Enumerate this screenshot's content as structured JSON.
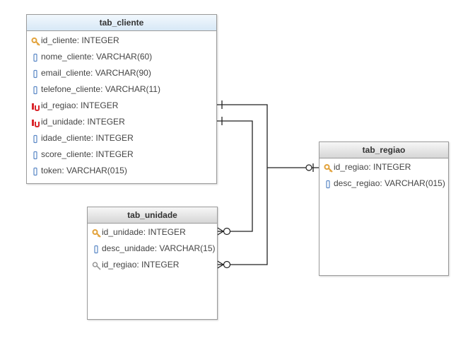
{
  "colors": {
    "fk": "#d9262c",
    "key": "#e2a23a",
    "field": "#5b88c6",
    "line": "#222222"
  },
  "tables": {
    "cliente": {
      "name": "tab_cliente",
      "columns": [
        {
          "text": "id_cliente: INTEGER",
          "icon": "key-icon"
        },
        {
          "text": "nome_cliente: VARCHAR(60)",
          "icon": "column-icon"
        },
        {
          "text": "email_cliente: VARCHAR(90)",
          "icon": "column-icon"
        },
        {
          "text": "telefone_cliente: VARCHAR(11)",
          "icon": "column-icon"
        },
        {
          "text": "id_regiao: INTEGER",
          "icon": "foreign-key-icon"
        },
        {
          "text": "id_unidade: INTEGER",
          "icon": "foreign-key-icon"
        },
        {
          "text": "idade_cliente: INTEGER",
          "icon": "column-icon"
        },
        {
          "text": "score_cliente: INTEGER",
          "icon": "column-icon"
        },
        {
          "text": "token: VARCHAR(015)",
          "icon": "column-icon"
        }
      ]
    },
    "unidade": {
      "name": "tab_unidade",
      "columns": [
        {
          "text": "id_unidade: INTEGER",
          "icon": "key-icon"
        },
        {
          "text": "desc_unidade: VARCHAR(15)",
          "icon": "column-icon"
        },
        {
          "text": "id_regiao: INTEGER",
          "icon": "foreign-key-gray-icon"
        }
      ]
    },
    "regiao": {
      "name": "tab_regiao",
      "columns": [
        {
          "text": "id_regiao: INTEGER",
          "icon": "key-icon"
        },
        {
          "text": "desc_regiao: VARCHAR(015)",
          "icon": "column-icon"
        }
      ]
    }
  }
}
